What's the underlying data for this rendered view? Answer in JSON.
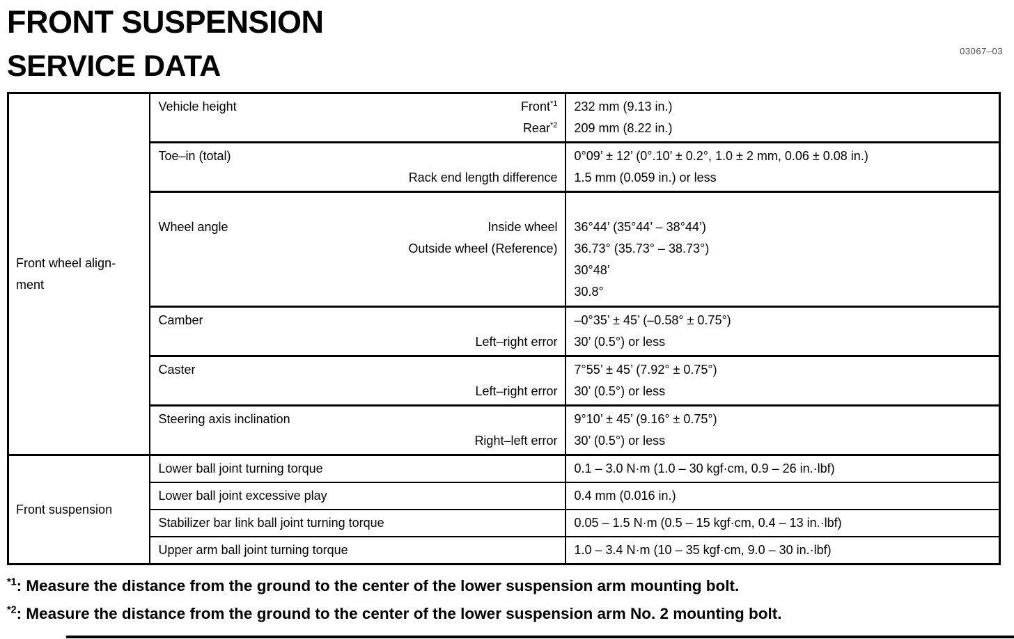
{
  "page": {
    "title": "FRONT SUSPENSION",
    "subtitle": "SERVICE DATA",
    "doc_code": "03067–03"
  },
  "table": {
    "sections": [
      {
        "group_lines": [
          "Front wheel align-",
          "ment"
        ],
        "rows": [
          {
            "lines": [
              {
                "left": "Vehicle height",
                "right": "Front",
                "sup": "*1",
                "value": "232 mm (9.13 in.)"
              },
              {
                "right": "Rear",
                "sup": "*2",
                "value": "209 mm (8.22 in.)"
              }
            ]
          },
          {
            "lines": [
              {
                "left": "Toe–in (total)",
                "value": "0°09’ ± 12’ (0°.10’ ± 0.2°, 1.0 ± 2 mm, 0.06 ± 0.08 in.)"
              },
              {
                "right": "Rack end length difference",
                "value": "1.5 mm (0.059 in.) or less"
              }
            ]
          },
          {
            "lines": [
              {
                "left": "Wheel angle",
                "right": "Inside wheel",
                "value": "36°44’ (35°44’ – 38°44’)"
              },
              {
                "value": "36.73° (35.73° – 38.73°)"
              },
              {
                "right": "Outside wheel (Reference)",
                "value": "30°48’"
              },
              {
                "value": "30.8°"
              }
            ]
          },
          {
            "lines": [
              {
                "left": "Camber",
                "value": "–0°35’ ± 45’ (–0.58° ± 0.75°)"
              },
              {
                "right": "Left–right error",
                "value": "30’ (0.5°) or less"
              }
            ]
          },
          {
            "lines": [
              {
                "left": "Caster",
                "value": "7°55’ ± 45’ (7.92° ± 0.75°)"
              },
              {
                "right": "Left–right error",
                "value": "30’ (0.5°) or less"
              }
            ]
          },
          {
            "lines": [
              {
                "left": "Steering axis inclination",
                "value": "9°10’ ± 45’ (9.16° ± 0.75°)"
              },
              {
                "right": "Right–left error",
                "value": "30’ (0.5°) or less"
              }
            ]
          }
        ]
      },
      {
        "group_lines": [
          "Front suspension"
        ],
        "rows": [
          {
            "lines": [
              {
                "left": "Lower ball joint turning torque",
                "value": "0.1 – 3.0 N·m (1.0 – 30 kgf·cm, 0.9 – 26 in.·lbf)"
              }
            ]
          },
          {
            "lines": [
              {
                "left": "Lower ball joint excessive play",
                "value": "0.4 mm (0.016 in.)"
              }
            ]
          },
          {
            "lines": [
              {
                "left": "Stabilizer bar link ball joint turning torque",
                "value": "0.05 – 1.5 N·m (0.5 – 15 kgf·cm, 0.4 – 13 in.·lbf)"
              }
            ]
          },
          {
            "lines": [
              {
                "left": "Upper arm ball joint turning torque",
                "value": "1.0 – 3.4 N·m (10 – 35 kgf·cm, 9.0 – 30 in.·lbf)"
              }
            ]
          }
        ]
      }
    ]
  },
  "footnotes": [
    {
      "marker": "*1",
      "text": ": Measure the distance from the ground to the center of the lower suspension arm mounting bolt."
    },
    {
      "marker": "*2",
      "text": ": Measure the distance from the ground to the center of the lower suspension arm No. 2 mounting bolt."
    }
  ]
}
